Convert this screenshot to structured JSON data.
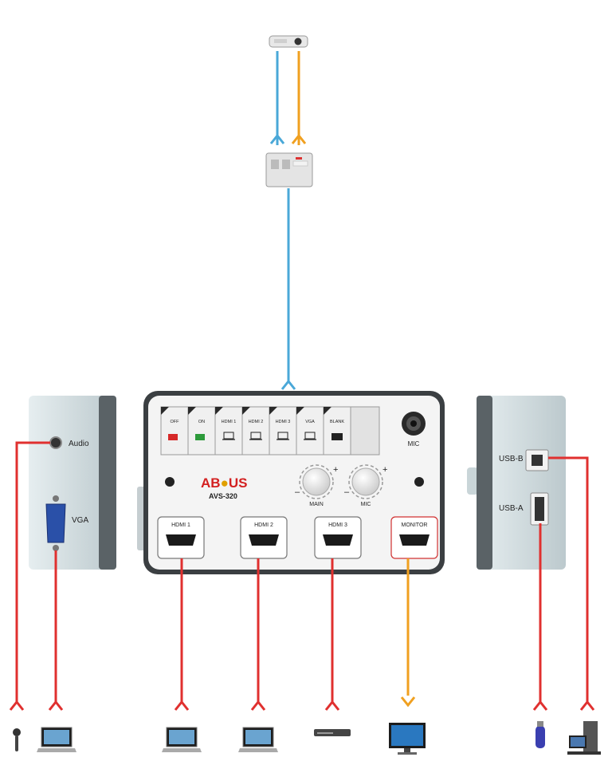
{
  "device": {
    "brand_pre": "AB",
    "brand_post": "US",
    "model": "AVS-320",
    "buttons": [
      "OFF",
      "ON",
      "HDMI 1",
      "HDMI 2",
      "HDMI 3",
      "VGA",
      "BLANK"
    ],
    "mic_jack_label": "MIC",
    "knob_main_label": "MAIN",
    "knob_mic_label": "MIC",
    "knob_minus": "–",
    "knob_plus": "+",
    "ports": [
      "HDMI 1",
      "HDMI 2",
      "HDMI 3",
      "MONITOR"
    ]
  },
  "left_panel": {
    "audio_label": "Audio",
    "vga_label": "VGA"
  },
  "right_panel": {
    "usb_b_label": "USB-B",
    "usb_a_label": "USB-A"
  },
  "colors": {
    "hdbaset_line": "#4aa8d8",
    "audio_line": "#f0a020",
    "input_line": "#e0302f",
    "output_line": "#f0a020",
    "panel": "#ccd8dc",
    "panel_shade": "#5a6266"
  },
  "icons": [
    "projector-icon",
    "hdbaset-receiver-icon",
    "microphone-icon",
    "laptop-icon",
    "laptop-icon",
    "laptop-icon",
    "media-player-icon",
    "monitor-icon",
    "usb-drive-icon",
    "desktop-computer-icon"
  ]
}
